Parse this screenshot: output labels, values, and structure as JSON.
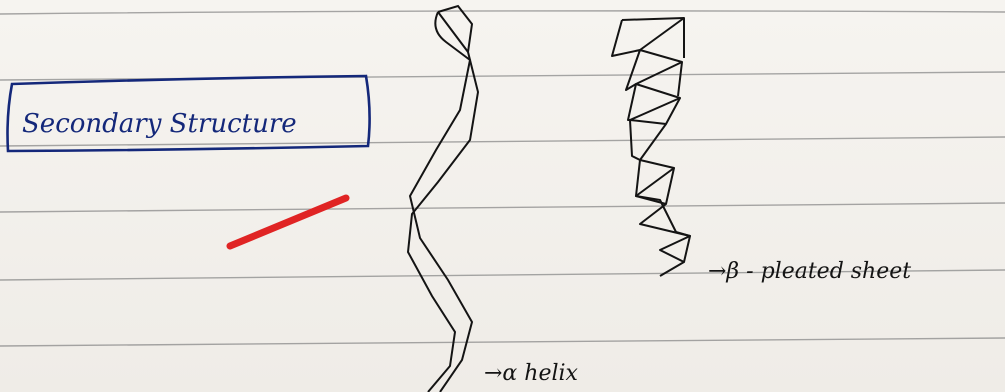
{
  "title": {
    "text": "Secondary Structure",
    "ink_color": "#14287a"
  },
  "labels": {
    "alpha_helix": "→α helix",
    "beta_sheet": "→β - pleated sheet"
  },
  "colors": {
    "paper": "#f4f2ee",
    "rule_line": "#7a7a7a",
    "pencil": "#141414",
    "marker": "#e02424"
  }
}
